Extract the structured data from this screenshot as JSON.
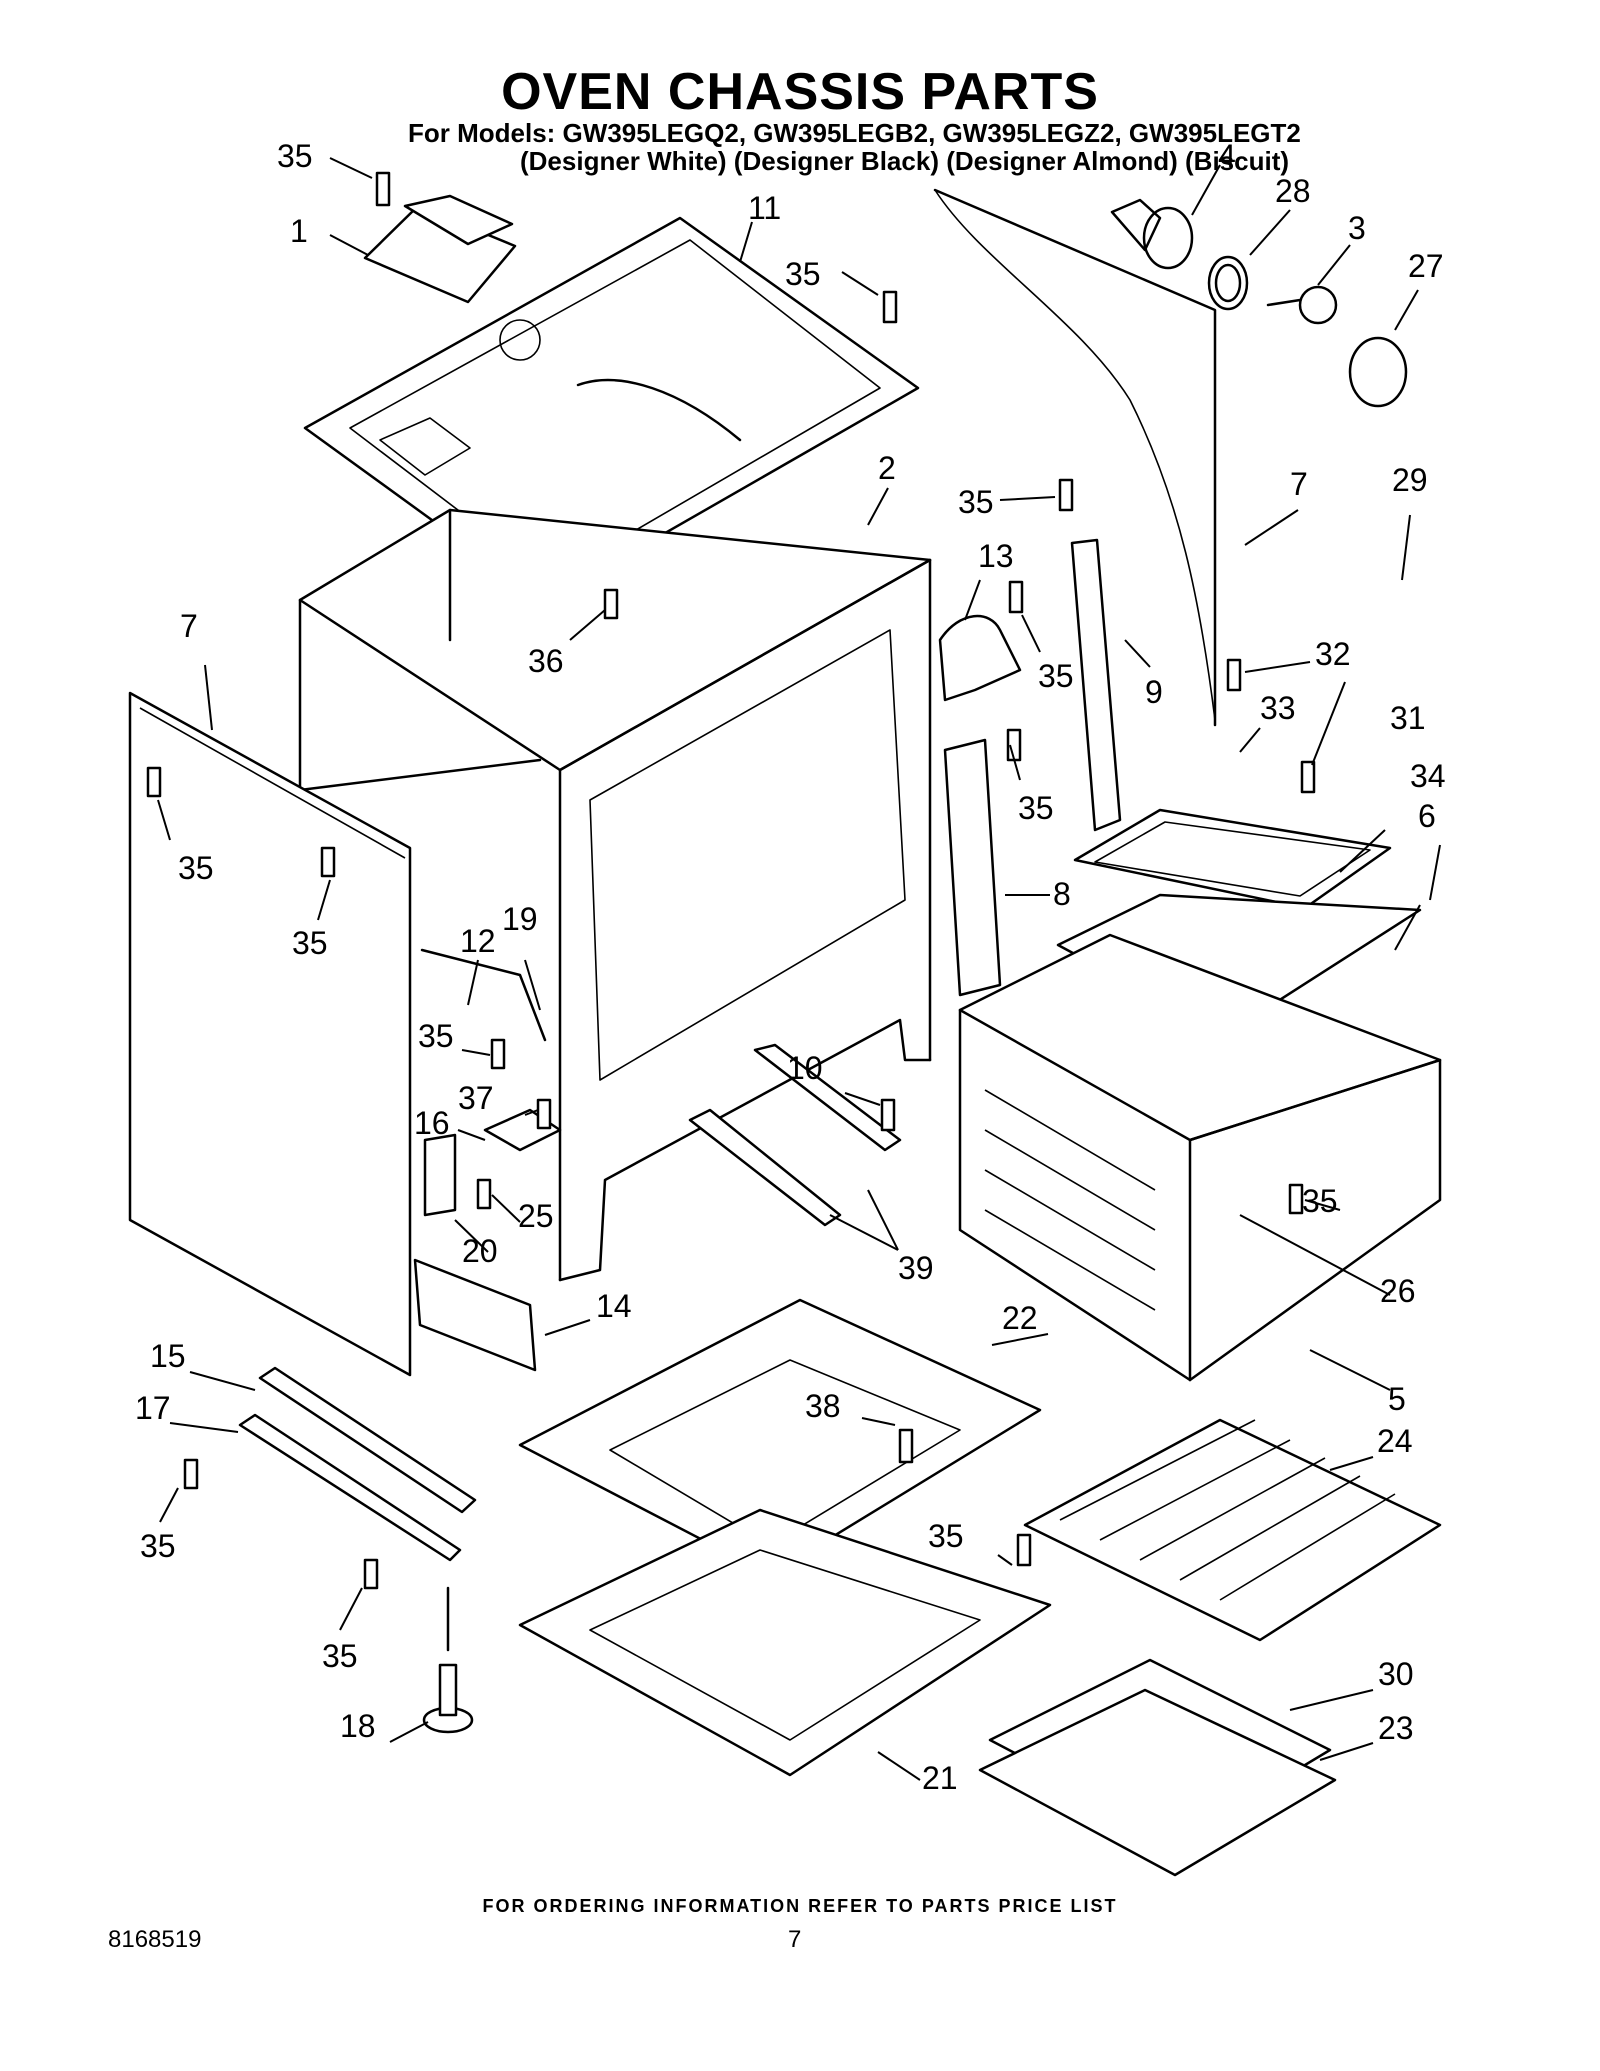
{
  "header": {
    "title": "OVEN CHASSIS PARTS",
    "models": "For Models: GW395LEGQ2, GW395LEGB2, GW395LEGZ2, GW395LEGT2",
    "variants": "(Designer White) (Designer Black) (Designer Almond) (Biscuit)"
  },
  "footer": {
    "note": "FOR ORDERING INFORMATION REFER TO PARTS PRICE LIST",
    "doc_number": "8168519",
    "page_number": "7"
  },
  "callouts": [
    "35",
    "1",
    "11",
    "35",
    "4",
    "28",
    "3",
    "27",
    "2",
    "35",
    "7",
    "29",
    "13",
    "35",
    "9",
    "32",
    "33",
    "31",
    "34",
    "6",
    "7",
    "36",
    "35",
    "35",
    "35",
    "8",
    "12",
    "19",
    "35",
    "37",
    "16",
    "25",
    "10",
    "35",
    "20",
    "39",
    "26",
    "14",
    "15",
    "22",
    "17",
    "38",
    "5",
    "24",
    "35",
    "35",
    "35",
    "30",
    "23",
    "18",
    "21"
  ]
}
